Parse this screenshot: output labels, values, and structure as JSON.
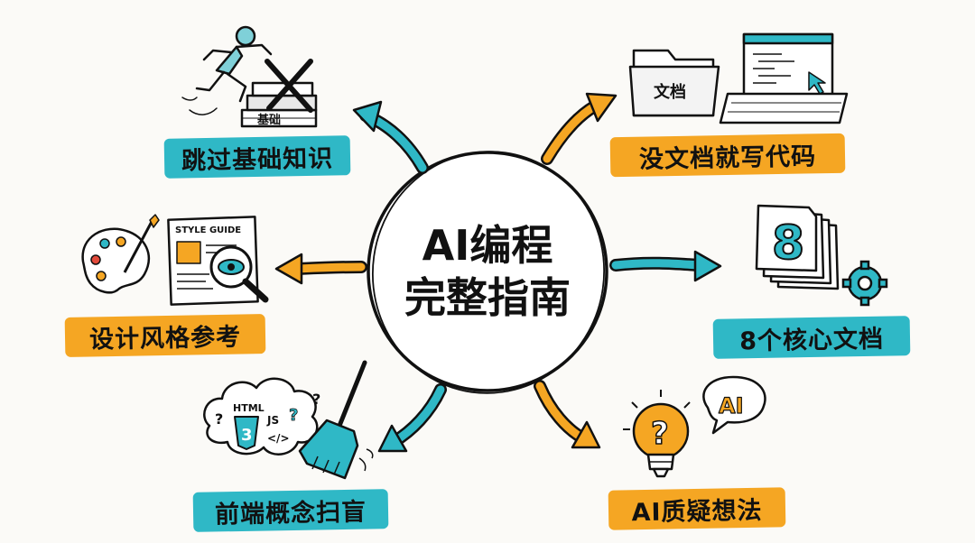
{
  "center": {
    "line1": "AI编程",
    "line2": "完整指南"
  },
  "nodes": [
    {
      "id": "skip-basics",
      "label": "跳过基础知识",
      "color": "#2fb8c6",
      "book_text": "基础"
    },
    {
      "id": "no-docs",
      "label": "没文档就写代码",
      "color": "#f5a623",
      "folder_text": "文档"
    },
    {
      "id": "style-ref",
      "label": "设计风格参考",
      "color": "#f5a623",
      "sheet_text": "STYLE GUIDE"
    },
    {
      "id": "core-docs",
      "label": "8个核心文档",
      "color": "#2fb8c6",
      "doc_text": "8"
    },
    {
      "id": "frontend",
      "label": "前端概念扫盲",
      "color": "#2fb8c6",
      "cloud_texts": [
        "HTML",
        "JS",
        "</>",
        "?"
      ]
    },
    {
      "id": "ai-question",
      "label": "AI质疑想法",
      "color": "#f5a623",
      "bubble_text": "AI",
      "bulb_text": "?"
    }
  ],
  "colors": {
    "teal": "#2fb8c6",
    "orange": "#f5a623",
    "ink": "#111111",
    "background": "#fbfaf7"
  }
}
